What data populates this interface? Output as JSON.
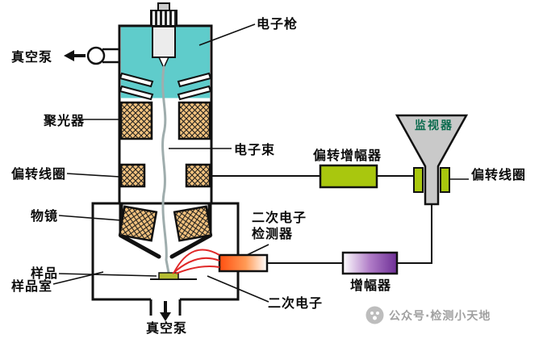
{
  "column": {
    "electron_gun_label": "电子枪",
    "vacuum_pump_left_label": "真空泵",
    "condenser_label": "聚光器",
    "electron_beam_label": "电子束",
    "deflection_coil_label": "偏转线圈",
    "objective_label": "物镜",
    "sample_label": "样品",
    "sample_chamber_label": "样品室",
    "vacuum_pump_bottom_label": "真空泵"
  },
  "signal_chain": {
    "deflection_amplifier_label": "偏转增幅器",
    "monitor_label": "监视器",
    "deflection_coil_right_label": "偏转线圈",
    "detector_label_line1": "二次电子",
    "detector_label_line2": "检测器",
    "amplifier_label": "增幅器",
    "secondary_electrons_label": "二次电子"
  },
  "watermark": {
    "text": "公众号·检测小天地"
  },
  "colors": {
    "gun_housing_cyan": "#5fcccb",
    "lens_hatch_fill": "#f2c27e",
    "amplifier_green": "#a9c70e",
    "crt_gray": "#c9c9c9",
    "detector_orange": "#ff4f10",
    "amplifier_purple": "#6e2f96",
    "secondary_electron_red": "#e02828",
    "sample_olive": "#b5bd33",
    "beam_gray": "#9fadad",
    "monitor_text_green": "#0c6b4e",
    "watermark_gray": "#a0a0a0"
  }
}
